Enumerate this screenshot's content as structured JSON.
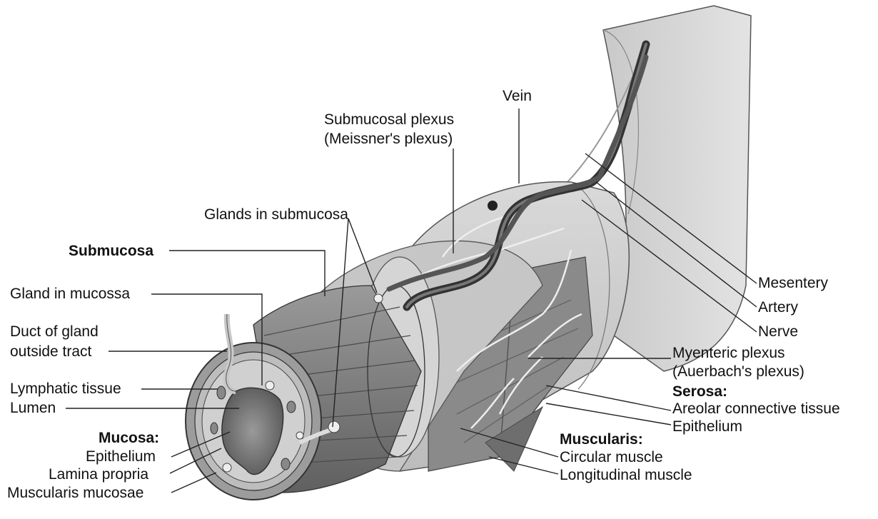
{
  "labels": {
    "vein": "Vein",
    "submucosal_plexus_1": "Submucosal plexus",
    "submucosal_plexus_2": "(Meissner's plexus)",
    "glands_in_submucosa": "Glands in submucosa",
    "submucosa": "Submucosa",
    "gland_in_mucossa": "Gland in mucossa",
    "duct_1": "Duct of gland",
    "duct_2": "outside tract",
    "lymphatic_tissue": "Lymphatic tissue",
    "lumen": "Lumen",
    "mucosa_heading": "Mucosa:",
    "epithelium_mucosa": "Epithelium",
    "lamina_propria": "Lamina propria",
    "muscularis_mucosae": "Muscularis mucosae",
    "mesentery": "Mesentery",
    "artery": "Artery",
    "nerve": "Nerve",
    "myenteric_1": "Myenteric plexus",
    "myenteric_2": "(Auerbach's plexus)",
    "serosa_heading": "Serosa:",
    "areolar": "Areolar connective tissue",
    "epithelium_serosa": "Epithelium",
    "muscularis_heading": "Muscularis:",
    "circular_muscle": "Circular muscle",
    "longitudinal_muscle": "Longitudinal muscle"
  },
  "colors": {
    "outline": "#333333",
    "serosa_fill": "#d2d2d2",
    "muscle_fill": "#8a8a8a",
    "submucosa_fill": "#c4c4c4",
    "lumen_fill": "#7a7a7a",
    "vessel": "#3a3a3a"
  }
}
